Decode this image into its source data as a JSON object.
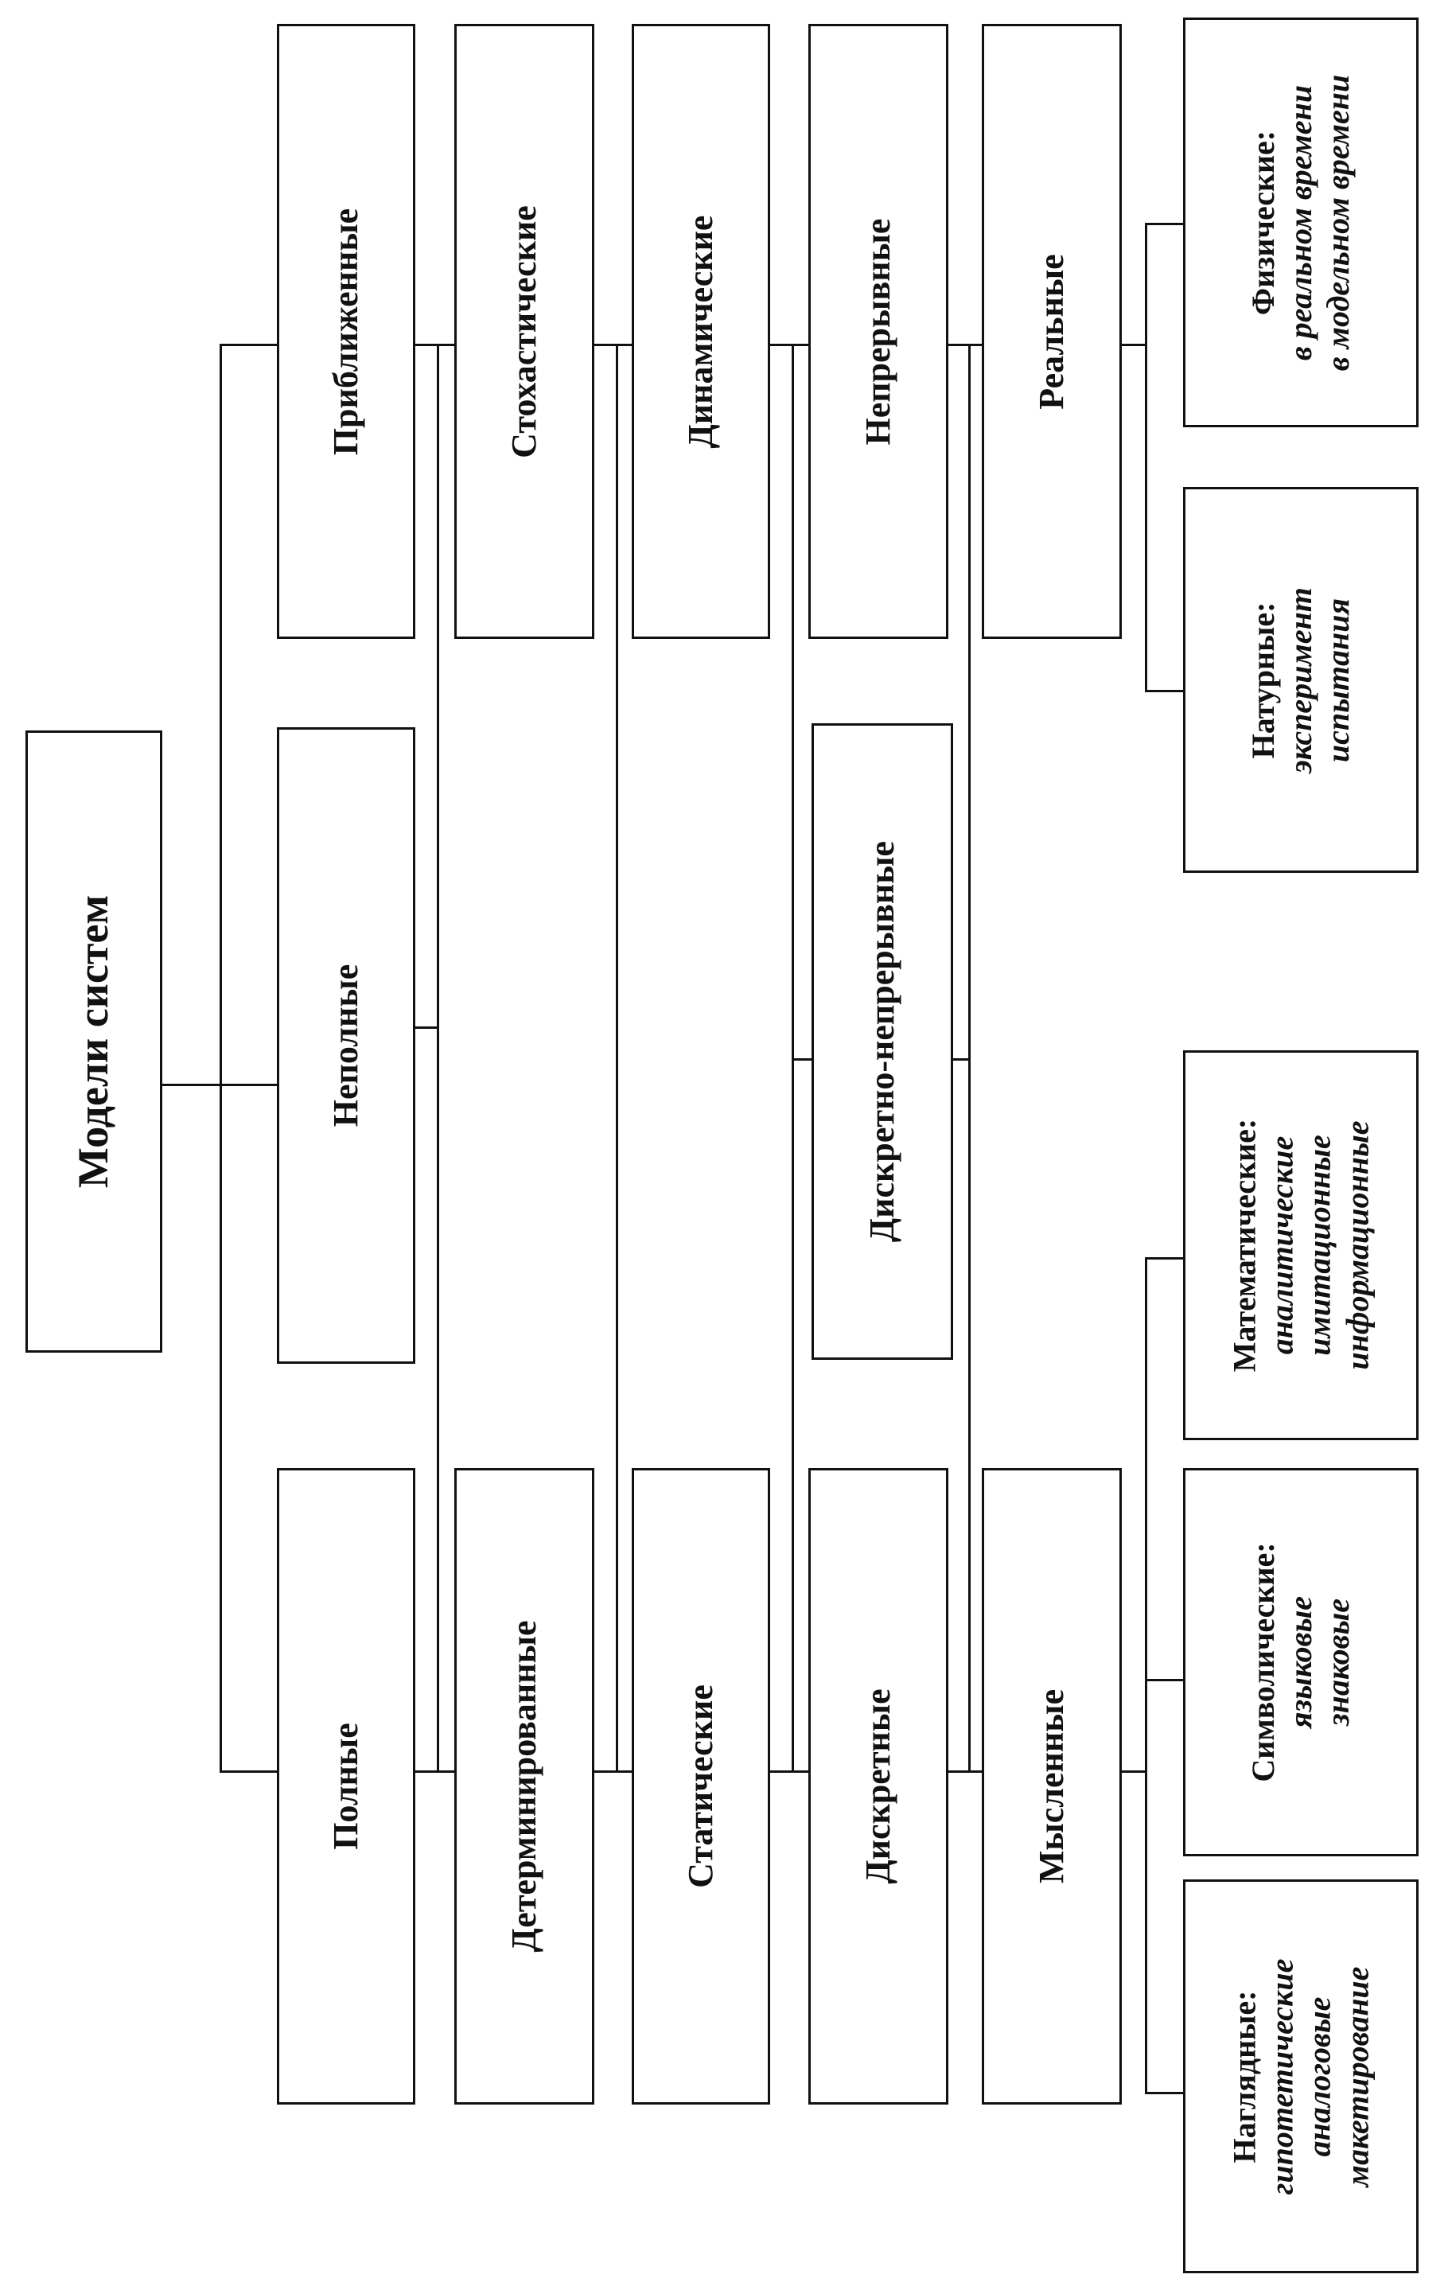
{
  "root": "Модели систем",
  "levels": [
    [
      "Полные",
      "Неполные",
      "Приближенные"
    ],
    [
      "Детерминированные",
      "Стохастические"
    ],
    [
      "Статические",
      "Динамические"
    ],
    [
      "Дискретные",
      "Дискретно-непрерывные",
      "Непрерывные"
    ],
    [
      "Мысленные",
      "Реальные"
    ]
  ],
  "leaves": {
    "naglyadnye": {
      "title": "Наглядные:",
      "items": [
        "гипотетические",
        "аналоговые",
        "макетирование"
      ]
    },
    "simvolicheskie": {
      "title": "Символические:",
      "items": [
        "языковые",
        "знаковые"
      ]
    },
    "matematicheskie": {
      "title": "Математические:",
      "items": [
        "аналитические",
        "имитационные",
        "информационные"
      ]
    },
    "naturnye": {
      "title": "Натурные:",
      "items": [
        "эксперимент",
        "испытания"
      ]
    },
    "fizicheskie": {
      "title": "Физические:",
      "items": [
        "в реальном времени",
        "в модельном времени"
      ]
    }
  }
}
